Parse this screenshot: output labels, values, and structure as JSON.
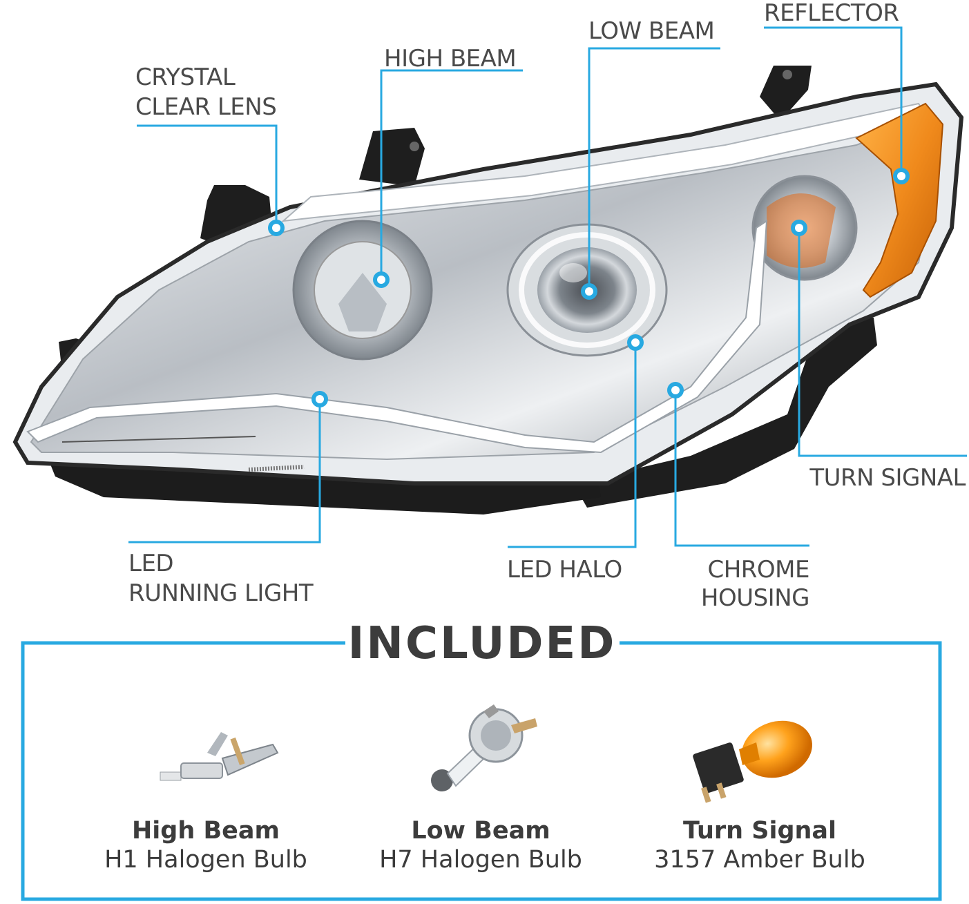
{
  "callouts": {
    "crystal_clear_lens": [
      "CRYSTAL",
      "CLEAR LENS"
    ],
    "high_beam": "HIGH BEAM",
    "low_beam": "LOW BEAM",
    "reflector": "REFLECTOR",
    "turn_signal": "TURN SIGNAL",
    "led_running_light": [
      "LED",
      "RUNNING LIGHT"
    ],
    "led_halo": "LED HALO",
    "chrome_housing": [
      "CHROME",
      "HOUSING"
    ]
  },
  "included": {
    "title": "INCLUDED",
    "bulbs": [
      {
        "name": "High Beam",
        "desc": "H1 Halogen Bulb",
        "icon": "h1-bulb-icon"
      },
      {
        "name": "Low Beam",
        "desc": "H7 Halogen Bulb",
        "icon": "h7-bulb-icon"
      },
      {
        "name": "Turn Signal",
        "desc": "3157 Amber Bulb",
        "icon": "3157-amber-bulb-icon"
      }
    ]
  },
  "colors": {
    "accent": "#28a9e1",
    "text": "#4a4a4a",
    "amber": "#f08a1c",
    "housing": "#1e1e1e",
    "chrome": "#c8ccd0"
  }
}
